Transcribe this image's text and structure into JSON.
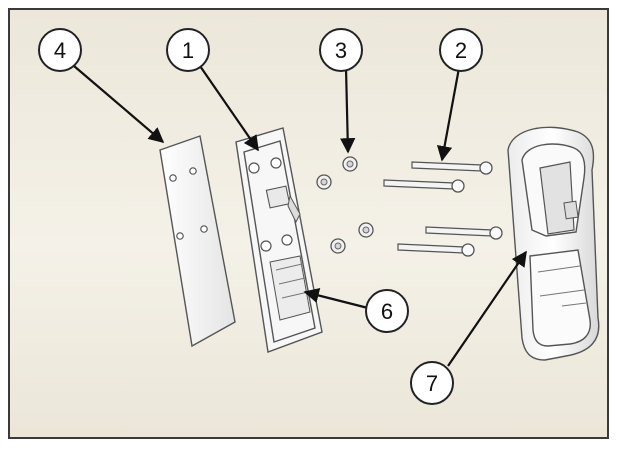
{
  "callouts": [
    {
      "label": "4"
    },
    {
      "label": "1"
    },
    {
      "label": "3"
    },
    {
      "label": "2"
    },
    {
      "label": "6"
    },
    {
      "label": "7"
    }
  ],
  "colors": {
    "background": "#efeadf",
    "frame": "#3a3a3a",
    "part_fill": "#f7f7f7",
    "part_stroke": "#555555"
  }
}
